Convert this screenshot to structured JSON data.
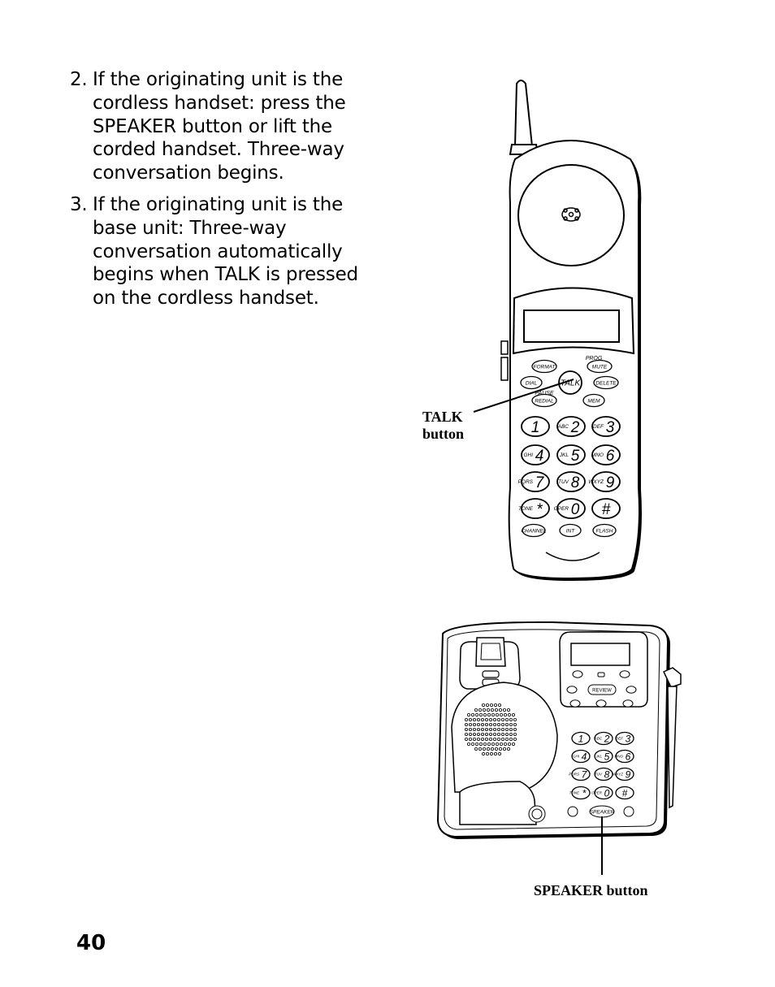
{
  "steps": [
    {
      "number": "2.",
      "text": "If the originating unit is the cordless handset: press the SPEAKER button or lift the corded handset. Three-way conversation begins."
    },
    {
      "number": "3.",
      "text": "If the originating unit is the base unit: Three-way conversation automatically begins when TALK is pressed on the cordless handset."
    }
  ],
  "callouts": {
    "talk_line1": "TALK",
    "talk_line2": "button",
    "speaker": "SPEAKER button"
  },
  "page_number": "40",
  "handset": {
    "buttons": {
      "format": "FORMAT",
      "prog": "PROG",
      "mute": "MUTE",
      "dial": "DIAL",
      "talk": "TALK",
      "delete": "DELETE",
      "pause": "PAUSE",
      "redial": "REDIAL",
      "mem": "MEM",
      "channel": "CHANNEL",
      "int": "INT",
      "flash": "FLASH"
    },
    "keys": [
      {
        "letters": "",
        "digit": "1"
      },
      {
        "letters": "ABC",
        "digit": "2"
      },
      {
        "letters": "DEF",
        "digit": "3"
      },
      {
        "letters": "GHI",
        "digit": "4"
      },
      {
        "letters": "JKL",
        "digit": "5"
      },
      {
        "letters": "MNO",
        "digit": "6"
      },
      {
        "letters": "PQRS",
        "digit": "7"
      },
      {
        "letters": "TUV",
        "digit": "8"
      },
      {
        "letters": "WXYZ",
        "digit": "9"
      },
      {
        "letters": "TONE",
        "digit": "*"
      },
      {
        "letters": "OPER",
        "digit": "0"
      },
      {
        "letters": "",
        "digit": "#"
      }
    ]
  },
  "base": {
    "labels": {
      "review": "REVIEW",
      "speaker": "SPEAKER"
    },
    "keys": [
      {
        "letters": "",
        "digit": "1"
      },
      {
        "letters": "ABC",
        "digit": "2"
      },
      {
        "letters": "DEF",
        "digit": "3"
      },
      {
        "letters": "GHI",
        "digit": "4"
      },
      {
        "letters": "JKL",
        "digit": "5"
      },
      {
        "letters": "MNO",
        "digit": "6"
      },
      {
        "letters": "PQRS",
        "digit": "7"
      },
      {
        "letters": "TUV",
        "digit": "8"
      },
      {
        "letters": "WXYZ",
        "digit": "9"
      },
      {
        "letters": "TONE",
        "digit": "*"
      },
      {
        "letters": "OPER",
        "digit": "0"
      },
      {
        "letters": "",
        "digit": "#"
      }
    ]
  }
}
